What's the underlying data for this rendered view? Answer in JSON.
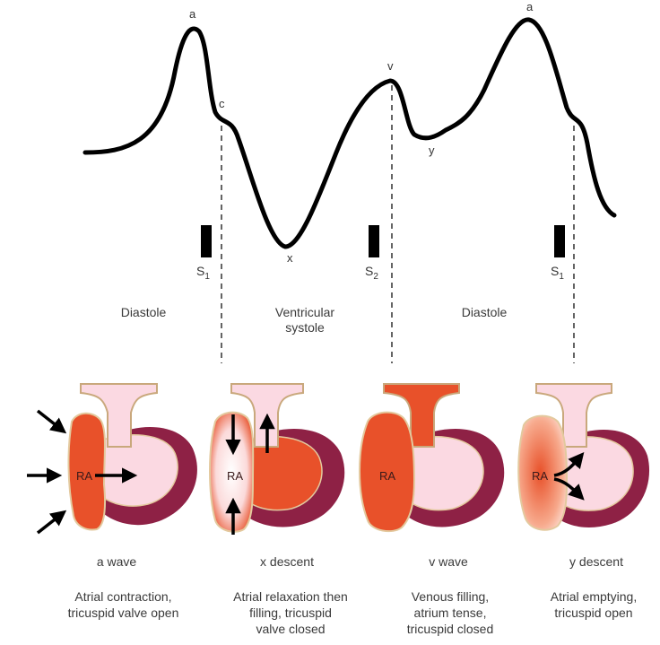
{
  "waveform": {
    "points": {
      "a1": "a",
      "c": "c",
      "x": "x",
      "v": "v",
      "y": "y",
      "a2": "a"
    },
    "heart_sounds": [
      {
        "label": "S",
        "sub": "1"
      },
      {
        "label": "S",
        "sub": "2"
      },
      {
        "label": "S",
        "sub": "1"
      }
    ]
  },
  "phases": {
    "diastole_1": "Diastole",
    "systole": [
      "Ventricular",
      "systole"
    ],
    "diastole_2": "Diastole"
  },
  "panels": [
    {
      "chamber": "RA",
      "wave": "a wave",
      "description": [
        "Atrial contraction,",
        "tricuspid valve open"
      ]
    },
    {
      "chamber": "RA",
      "wave": "x descent",
      "description": [
        "Atrial relaxation then",
        "filling, tricuspid",
        "valve closed"
      ]
    },
    {
      "chamber": "RA",
      "wave": "v wave",
      "description": [
        "Venous filling,",
        "atrium tense,",
        "tricuspid closed"
      ]
    },
    {
      "chamber": "RA",
      "wave": "y descent",
      "description": [
        "Atrial emptying,",
        "tricuspid open"
      ]
    }
  ],
  "colors": {
    "atrium_red": "#e8512a",
    "ventricle_dark": "#8e2145",
    "ventricle_light": "#fbd9e2",
    "outline": "#e3c99e",
    "curve": "#000000"
  }
}
